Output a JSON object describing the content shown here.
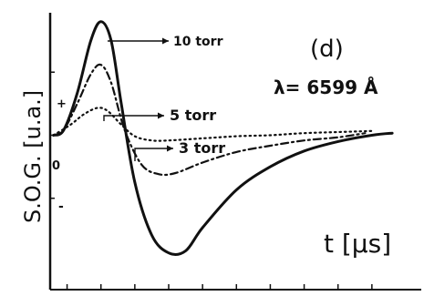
{
  "chart_data": {
    "type": "line",
    "panel_label": "(d)",
    "wavelength_label": "λ= 6599 Å",
    "xlabel": "t [μs]",
    "ylabel": "S.O.G. [u.a.]",
    "origin_label": "0",
    "plus_label": "+",
    "minus_label": "-",
    "xlim": [
      -0.5,
      10
    ],
    "ylim": [
      -1.4,
      1.2
    ],
    "x_ticks": [
      0,
      1,
      2,
      3,
      4,
      5,
      6,
      7,
      8,
      9
    ],
    "series": [
      {
        "name": "10 torr",
        "style": "solid",
        "points": [
          [
            -0.4,
            0
          ],
          [
            -0.1,
            0.05
          ],
          [
            0.3,
            0.4
          ],
          [
            0.7,
            0.9
          ],
          [
            1.0,
            1.08
          ],
          [
            1.3,
            0.9
          ],
          [
            1.6,
            0.3
          ],
          [
            2.0,
            -0.45
          ],
          [
            2.5,
            -0.95
          ],
          [
            3.0,
            -1.12
          ],
          [
            3.5,
            -1.1
          ],
          [
            4.0,
            -0.88
          ],
          [
            5.0,
            -0.52
          ],
          [
            6.0,
            -0.3
          ],
          [
            7.0,
            -0.15
          ],
          [
            8.0,
            -0.06
          ],
          [
            9.0,
            0.0
          ],
          [
            9.6,
            0.02
          ]
        ]
      },
      {
        "name": "5 torr",
        "style": "dashdot",
        "points": [
          [
            -0.4,
            0
          ],
          [
            -0.1,
            0.05
          ],
          [
            0.3,
            0.3
          ],
          [
            0.7,
            0.58
          ],
          [
            1.0,
            0.67
          ],
          [
            1.3,
            0.5
          ],
          [
            1.7,
            0.05
          ],
          [
            2.2,
            -0.28
          ],
          [
            2.7,
            -0.37
          ],
          [
            3.2,
            -0.36
          ],
          [
            4.0,
            -0.26
          ],
          [
            5.0,
            -0.16
          ],
          [
            6.0,
            -0.1
          ],
          [
            7.0,
            -0.05
          ],
          [
            8.0,
            -0.02
          ],
          [
            8.8,
            0.02
          ]
        ]
      },
      {
        "name": "3 torr",
        "style": "dotted",
        "points": [
          [
            -0.4,
            0
          ],
          [
            0.1,
            0.1
          ],
          [
            0.5,
            0.2
          ],
          [
            0.9,
            0.26
          ],
          [
            1.2,
            0.23
          ],
          [
            1.6,
            0.1
          ],
          [
            2.0,
            -0.01
          ],
          [
            2.5,
            -0.05
          ],
          [
            3.0,
            -0.05
          ],
          [
            4.0,
            -0.03
          ],
          [
            5.0,
            -0.01
          ],
          [
            6.0,
            0.0
          ],
          [
            7.0,
            0.02
          ],
          [
            8.0,
            0.03
          ],
          [
            9.0,
            0.04
          ]
        ]
      }
    ]
  }
}
